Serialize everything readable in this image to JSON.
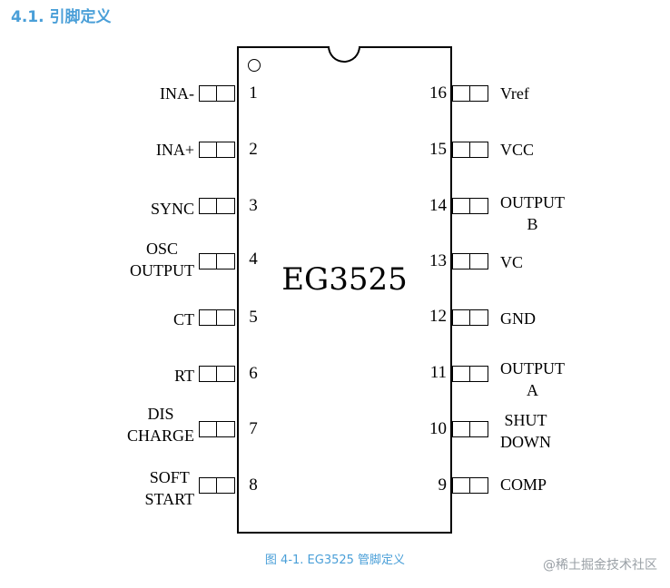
{
  "heading": "4.1. 引脚定义",
  "chip": {
    "name": "EG3525"
  },
  "pins_left": [
    {
      "num": "1",
      "label": "INA-"
    },
    {
      "num": "2",
      "label": "INA+"
    },
    {
      "num": "3",
      "label": "SYNC"
    },
    {
      "num": "4",
      "label_line1": "OSC",
      "label_line2": "OUTPUT"
    },
    {
      "num": "5",
      "label": "CT"
    },
    {
      "num": "6",
      "label": "RT"
    },
    {
      "num": "7",
      "label_line1": "DIS",
      "label_line2": "CHARGE"
    },
    {
      "num": "8",
      "label_line1": "SOFT",
      "label_line2": "START"
    }
  ],
  "pins_right": [
    {
      "num": "16",
      "label": "Vref"
    },
    {
      "num": "15",
      "label": "VCC"
    },
    {
      "num": "14",
      "label_line1": "OUTPUT",
      "label_line2": "B"
    },
    {
      "num": "13",
      "label": "VC"
    },
    {
      "num": "12",
      "label": "GND"
    },
    {
      "num": "11",
      "label_line1": "OUTPUT",
      "label_line2": "A"
    },
    {
      "num": "10",
      "label_line1": "SHUT",
      "label_line2": "DOWN"
    },
    {
      "num": "9",
      "label": "COMP"
    }
  ],
  "caption": "图 4-1. EG3525 管脚定义",
  "watermark": "@稀土掘金技术社区"
}
